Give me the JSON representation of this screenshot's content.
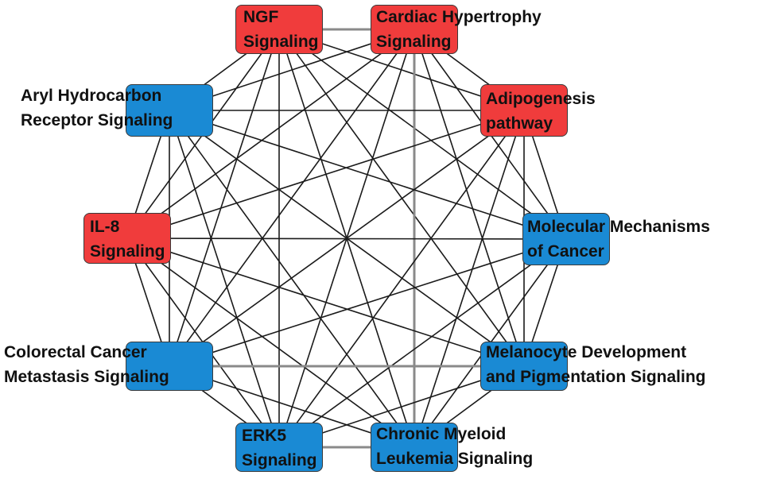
{
  "colors": {
    "red": "#f03c3c",
    "blue": "#1a8ad4",
    "edge": "#1a1a1a",
    "edge_grey": "#8a8a8a"
  },
  "nodes": [
    {
      "id": "ngf",
      "lines": [
        "NGF",
        "Signaling"
      ],
      "color": "red"
    },
    {
      "id": "cardiac",
      "lines": [
        "Cardiac Hypertrophy",
        "Signaling"
      ],
      "color": "red"
    },
    {
      "id": "adipo",
      "lines": [
        "Adipogenesis",
        "pathway"
      ],
      "color": "red"
    },
    {
      "id": "aryl",
      "lines": [
        "Aryl Hydrocarbon",
        "Receptor Signaling"
      ],
      "color": "blue"
    },
    {
      "id": "il8",
      "lines": [
        "IL-8",
        "Signaling"
      ],
      "color": "red"
    },
    {
      "id": "mol",
      "lines": [
        "Molecular Mechanisms",
        "of Cancer"
      ],
      "color": "blue"
    },
    {
      "id": "colo",
      "lines": [
        "Colorectal Cancer",
        "Metastasis Signaling"
      ],
      "color": "blue"
    },
    {
      "id": "melano",
      "lines": [
        "Melanocyte Development",
        "and Pigmentation Signaling"
      ],
      "color": "blue"
    },
    {
      "id": "erk5",
      "lines": [
        "ERK5",
        "Signaling"
      ],
      "color": "blue"
    },
    {
      "id": "cml",
      "lines": [
        "Chronic Myeloid",
        "Leukemia Signaling"
      ],
      "color": "blue"
    }
  ],
  "edges": [
    [
      "ngf",
      "cardiac"
    ],
    [
      "ngf",
      "adipo"
    ],
    [
      "ngf",
      "aryl"
    ],
    [
      "ngf",
      "il8"
    ],
    [
      "ngf",
      "mol"
    ],
    [
      "ngf",
      "colo"
    ],
    [
      "ngf",
      "melano"
    ],
    [
      "ngf",
      "erk5"
    ],
    [
      "ngf",
      "cml"
    ],
    [
      "cardiac",
      "adipo"
    ],
    [
      "cardiac",
      "aryl"
    ],
    [
      "cardiac",
      "il8"
    ],
    [
      "cardiac",
      "mol"
    ],
    [
      "cardiac",
      "colo"
    ],
    [
      "cardiac",
      "melano"
    ],
    [
      "cardiac",
      "erk5"
    ],
    [
      "cardiac",
      "cml"
    ],
    [
      "adipo",
      "aryl"
    ],
    [
      "adipo",
      "il8"
    ],
    [
      "adipo",
      "mol"
    ],
    [
      "adipo",
      "colo"
    ],
    [
      "adipo",
      "melano"
    ],
    [
      "adipo",
      "erk5"
    ],
    [
      "adipo",
      "cml"
    ],
    [
      "aryl",
      "il8"
    ],
    [
      "aryl",
      "mol"
    ],
    [
      "aryl",
      "colo"
    ],
    [
      "aryl",
      "melano"
    ],
    [
      "aryl",
      "erk5"
    ],
    [
      "aryl",
      "cml"
    ],
    [
      "il8",
      "mol"
    ],
    [
      "il8",
      "colo"
    ],
    [
      "il8",
      "melano"
    ],
    [
      "il8",
      "erk5"
    ],
    [
      "il8",
      "cml"
    ],
    [
      "mol",
      "colo"
    ],
    [
      "mol",
      "melano"
    ],
    [
      "mol",
      "erk5"
    ],
    [
      "mol",
      "cml"
    ],
    [
      "colo",
      "melano"
    ],
    [
      "colo",
      "erk5"
    ],
    [
      "colo",
      "cml"
    ],
    [
      "melano",
      "erk5"
    ],
    [
      "melano",
      "cml"
    ],
    [
      "erk5",
      "cml"
    ]
  ],
  "grey_edges": [
    [
      "ngf",
      "cardiac"
    ],
    [
      "cardiac",
      "cml"
    ],
    [
      "colo",
      "melano"
    ],
    [
      "erk5",
      "cml"
    ]
  ]
}
